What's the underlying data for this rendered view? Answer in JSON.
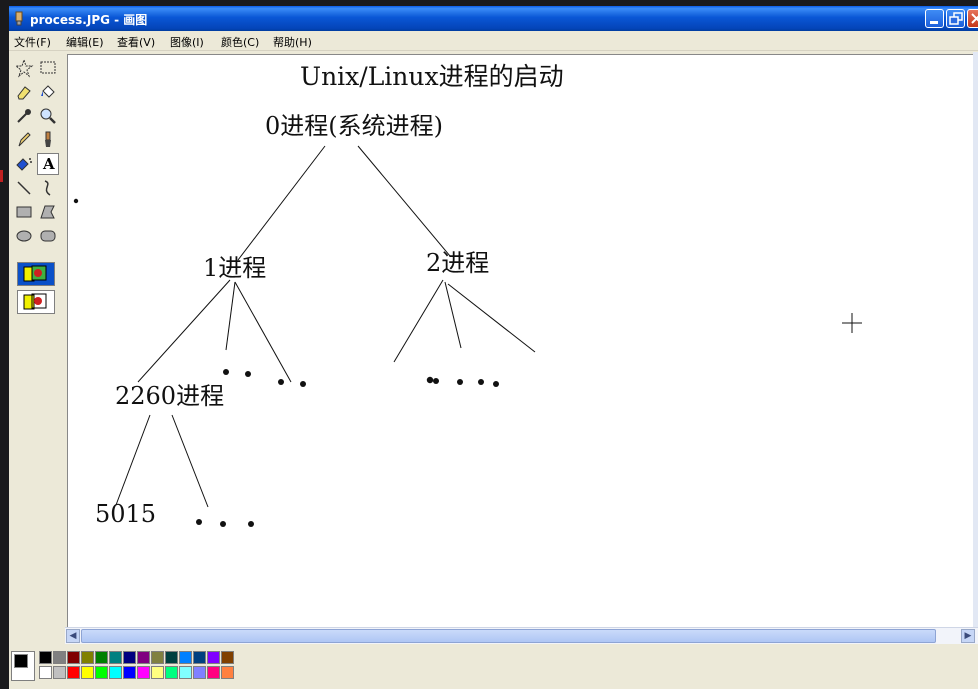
{
  "window": {
    "title": "process.JPG - 画图"
  },
  "menu": {
    "items": [
      "文件(F)",
      "编辑(E)",
      "查看(V)",
      "图像(I)",
      "颜色(C)",
      "帮助(H)"
    ]
  },
  "toolbox": {
    "tools": [
      "free-form-select",
      "select",
      "eraser",
      "fill-with-color",
      "pick-color",
      "magnifier",
      "pencil",
      "brush",
      "airbrush",
      "text",
      "line",
      "curve",
      "rectangle",
      "polygon",
      "ellipse",
      "rounded-rectangle"
    ],
    "selected": "text",
    "text_tool_glyph": "A"
  },
  "diagram": {
    "title": "Unix/Linux进程的启动",
    "nodes": {
      "root": "0进程(系统进程)",
      "p1": "1进程",
      "p2": "2进程",
      "p2260": "2260进程",
      "p5015": "5015"
    }
  },
  "palette": {
    "row1": [
      "#000000",
      "#808080",
      "#800000",
      "#808000",
      "#008000",
      "#008080",
      "#000080",
      "#800080",
      "#808040",
      "#004040",
      "#0080ff",
      "#004080",
      "#8000ff",
      "#804000"
    ],
    "row2": [
      "#ffffff",
      "#c0c0c0",
      "#ff0000",
      "#ffff00",
      "#00ff00",
      "#00ffff",
      "#0000ff",
      "#ff00ff",
      "#ffff80",
      "#00ff80",
      "#80ffff",
      "#8080ff",
      "#ff0080",
      "#ff8040"
    ],
    "foreground": "#000000",
    "background": "#ffffff"
  },
  "colors": {
    "titlebar": "#0a57d6",
    "chrome": "#ece9d8",
    "canvas": "#ffffff"
  }
}
